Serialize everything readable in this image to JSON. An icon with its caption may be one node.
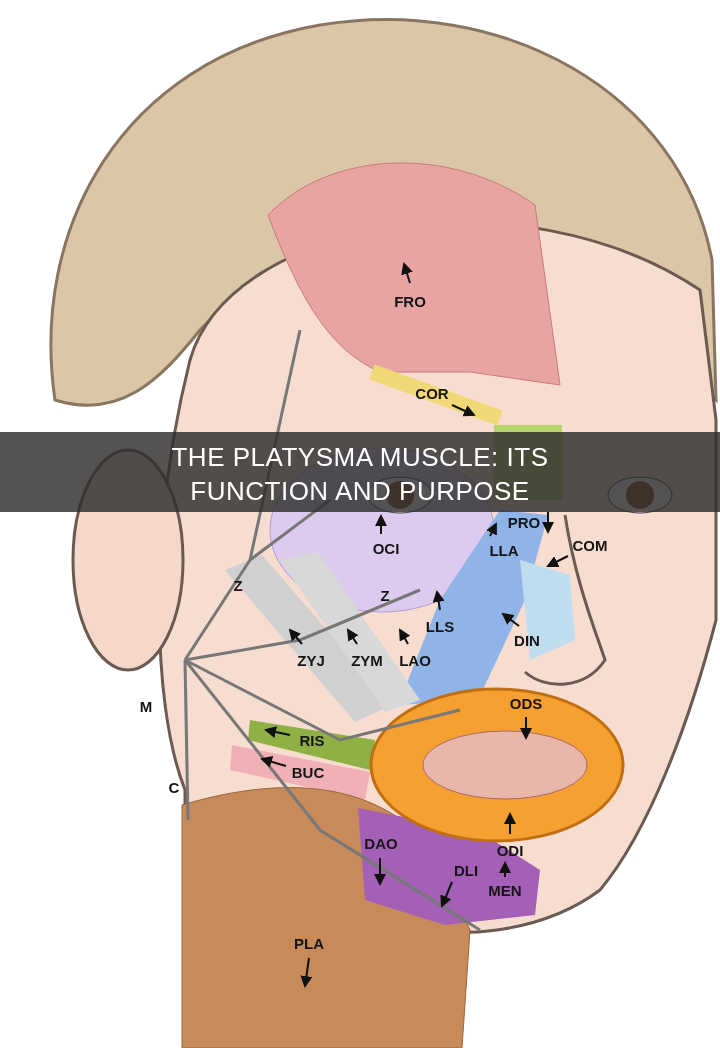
{
  "diagram": {
    "title": "THE PLATYSMA MUSCLE: ITS FUNCTION AND PURPOSE",
    "labels": [
      "FRO",
      "COR",
      "PRO",
      "OCI",
      "LLA",
      "COM",
      "Z",
      "Z",
      "LLS",
      "DIN",
      "ZYJ",
      "ZYM",
      "LAO",
      "M",
      "ODS",
      "RIS",
      "BUC",
      "C",
      "DAO",
      "ODI",
      "DLI",
      "MEN",
      "PLA"
    ]
  }
}
